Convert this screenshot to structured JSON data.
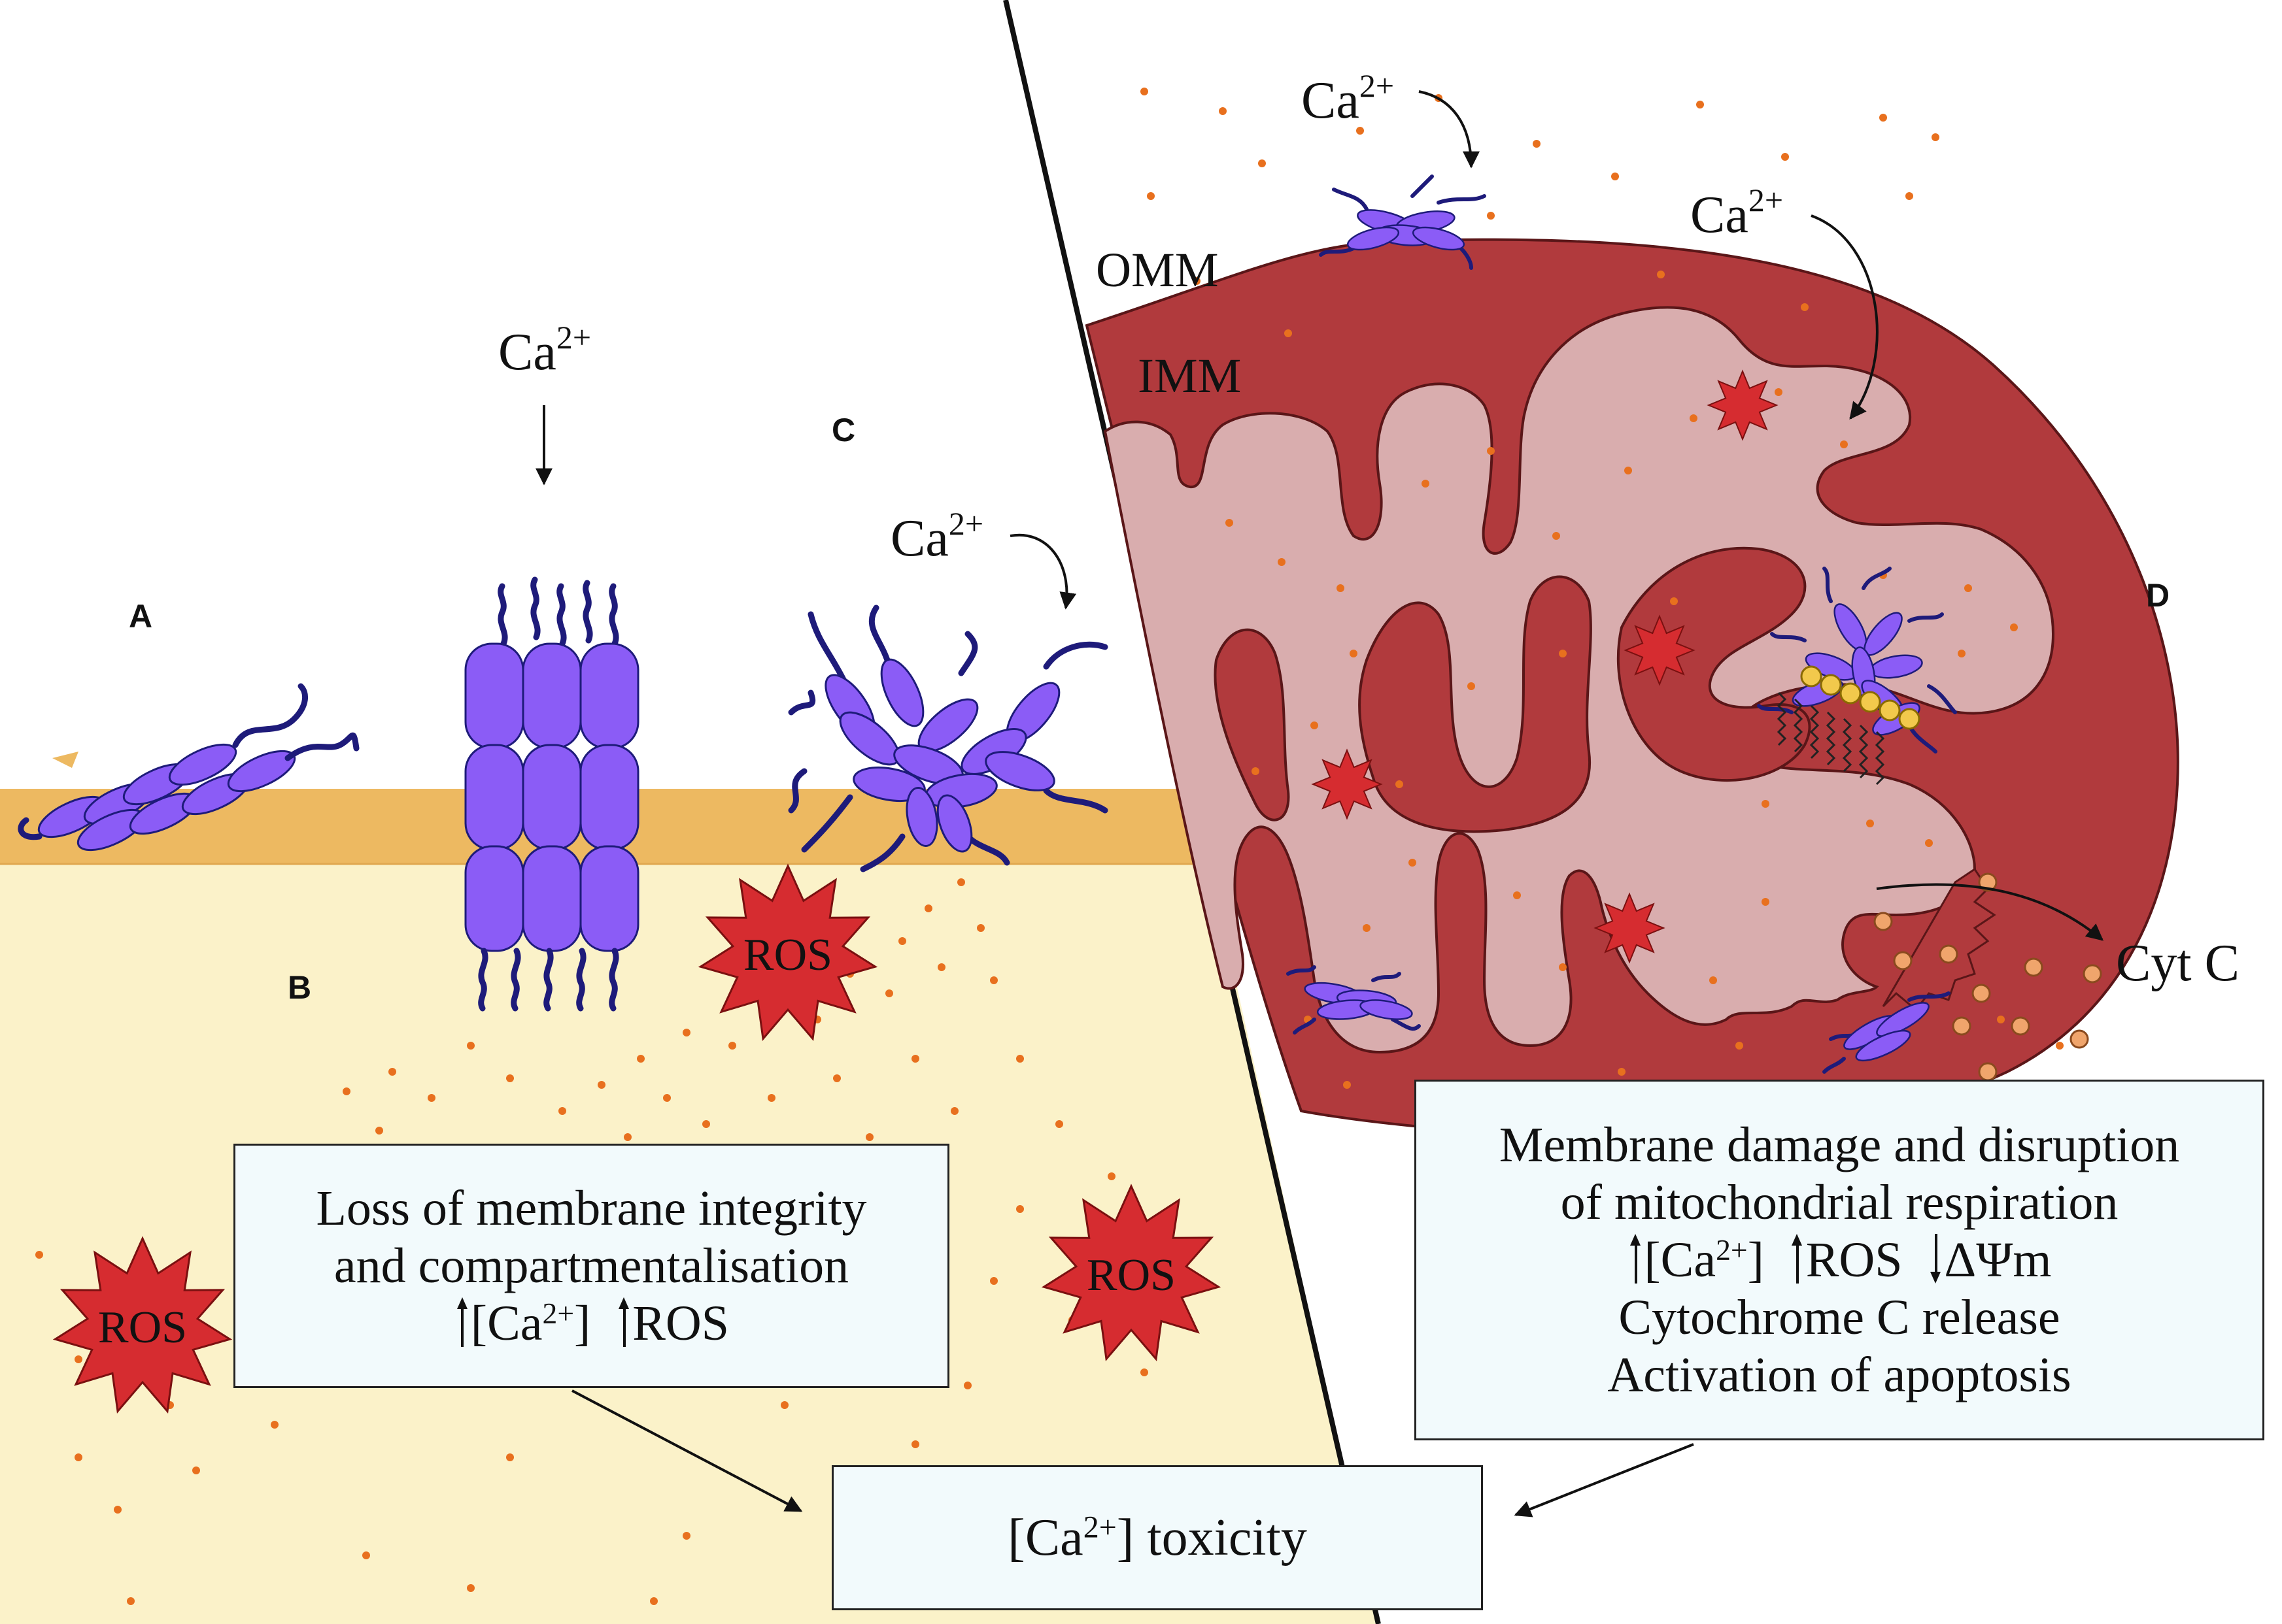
{
  "panel_labels": {
    "a": "A",
    "b": "B",
    "c": "C",
    "d": "D"
  },
  "ion": {
    "base": "Ca",
    "charge": "2+"
  },
  "ros_label": "ROS",
  "mito_labels": {
    "omm": "OMM",
    "imm": "IMM",
    "cyt_c": "Cyt C"
  },
  "box_left": {
    "line1": "Loss of membrane integrity",
    "line2": "and compartmentalisation",
    "ca_prefix": "[Ca",
    "ca_sup": "2+",
    "ca_suffix": "]",
    "ros": "ROS"
  },
  "box_right": {
    "line1": "Membrane damage and disruption",
    "line2": "of mitochondrial respiration",
    "ca_prefix": "[Ca",
    "ca_sup": "2+",
    "ca_suffix": "]",
    "ros": "ROS",
    "dpsi": "ΔΨm",
    "line4": "Cytochrome C release",
    "line5": "Activation of apoptosis"
  },
  "box_bottom": {
    "ca_prefix": "[Ca",
    "ca_sup": "2+",
    "ca_suffix": "]",
    "rest": " toxicity"
  },
  "colors": {
    "membrane": "#edb961",
    "cytosol": "#fbf2c9",
    "mito_outer": "#b13a3d",
    "mito_matrix": "#d9adae",
    "protein": "#8b5cf6",
    "protein_tail": "#1e1b7a",
    "ros": "#d62c30",
    "dot": "#e8701e",
    "cytc": "#f0a56c",
    "box_fill": "#f2fafc"
  }
}
